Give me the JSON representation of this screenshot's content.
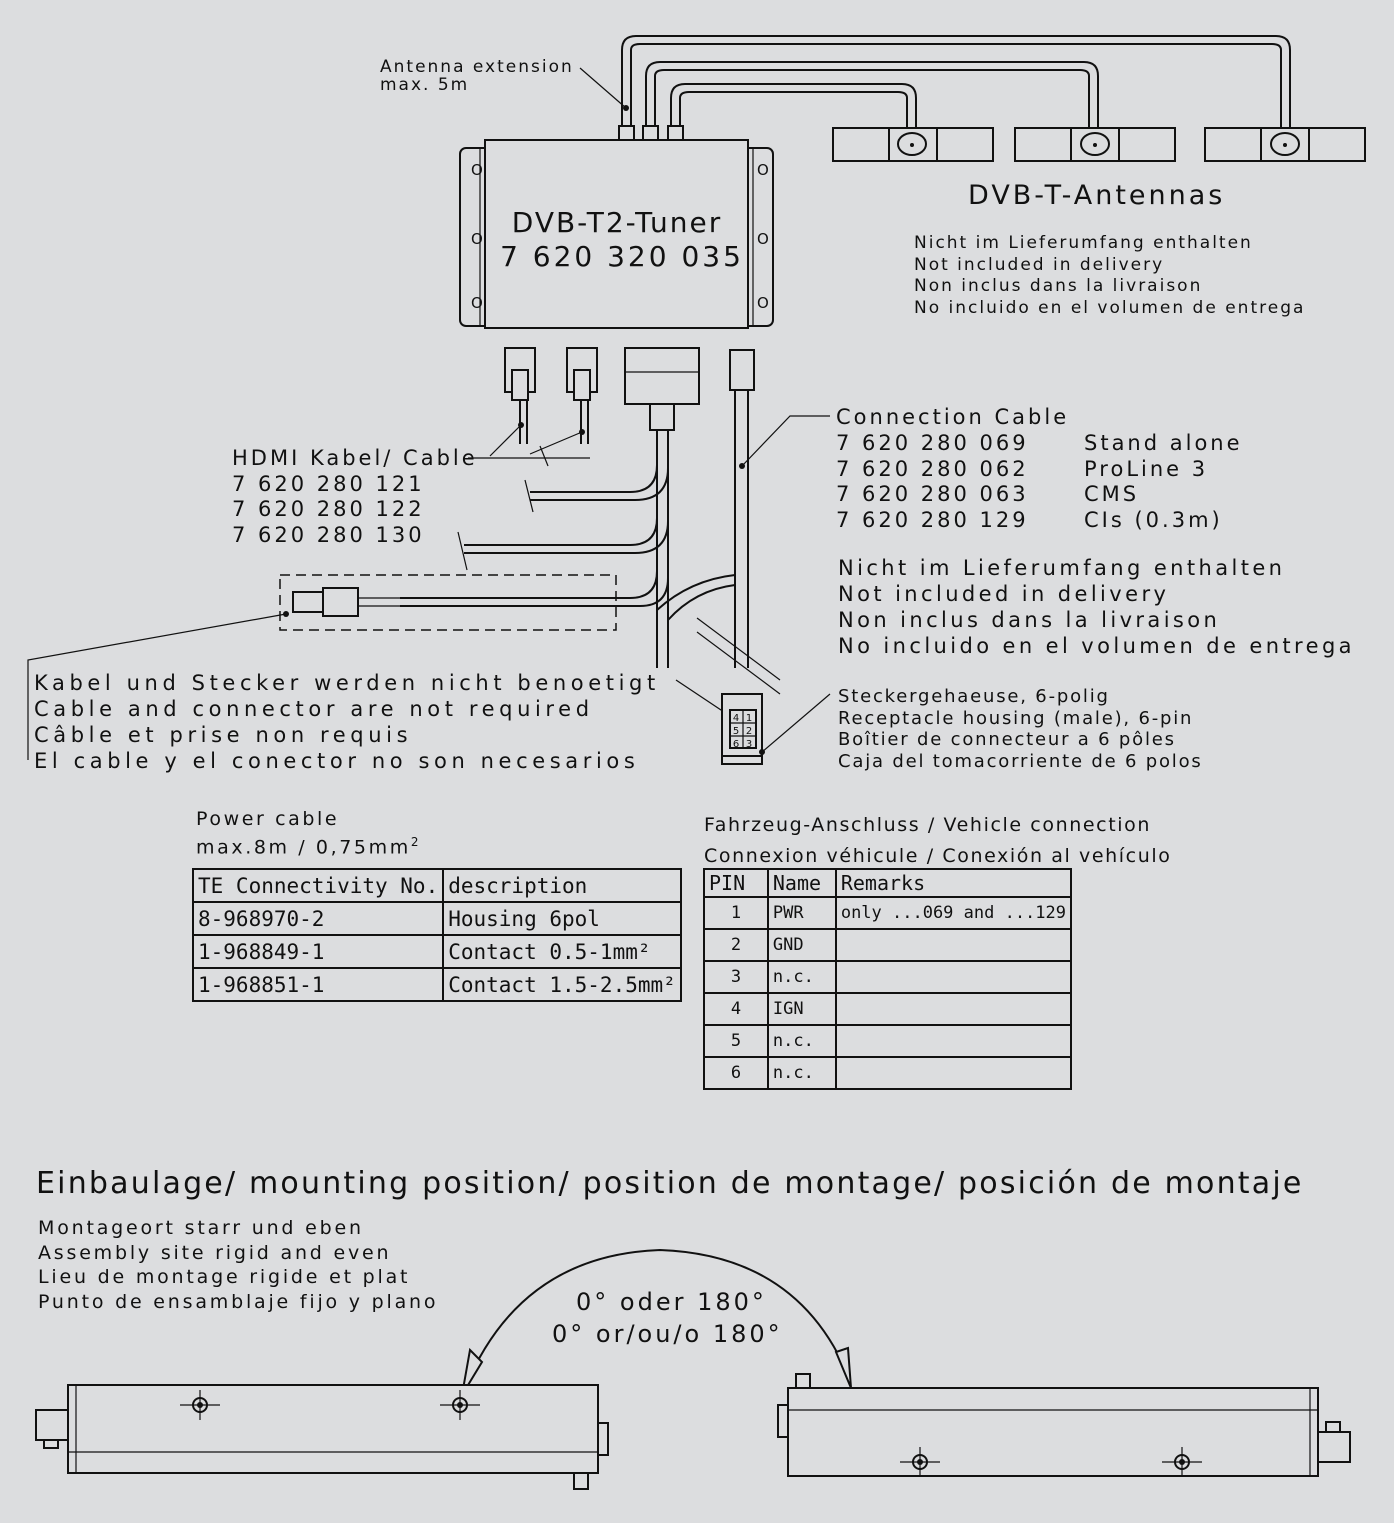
{
  "antenna_extension": {
    "line1": "Antenna extension",
    "line2": "max. 5m"
  },
  "tuner": {
    "name": "DVB-T2-Tuner",
    "part_no": "7 620 320 035"
  },
  "antennas": {
    "title": "DVB-T-Antennas",
    "note": [
      "Nicht im Lieferumfang enthalten",
      "Not included in delivery",
      "Non inclus dans la livraison",
      "No incluido en el volumen de entrega"
    ]
  },
  "hdmi": {
    "title": "HDMI Kabel/ Cable",
    "parts": [
      "7 620 280 121",
      "7 620 280 122",
      "7 620 280 130"
    ]
  },
  "connection_cable": {
    "title": "Connection Cable",
    "rows": [
      {
        "part": "7 620 280 069",
        "desc": "Stand alone"
      },
      {
        "part": "7 620 280 062",
        "desc": "ProLine 3"
      },
      {
        "part": "7 620 280 063",
        "desc": "CMS"
      },
      {
        "part": "7 620 280 129",
        "desc": "CIs (0.3m)"
      }
    ],
    "note": [
      "Nicht im Lieferumfang enthalten",
      "Not included in delivery",
      "Non inclus dans la livraison",
      "No incluido en el volumen de entrega"
    ]
  },
  "not_required": [
    "Kabel und Stecker werden nicht benoetigt",
    "Cable and connector are not required",
    "Câble et prise non requis",
    "El cable y el conector no son necesarios"
  ],
  "housing": [
    "Steckergehaeuse, 6-polig",
    "Receptacle housing (male), 6-pin",
    "Boîtier de connecteur a 6 pôles",
    "Caja del tomacorriente de 6 polos"
  ],
  "housing_pins": [
    "4",
    "1",
    "5",
    "2",
    "6",
    "3"
  ],
  "power_cable": {
    "line1": "Power cable",
    "line2": "max.8m / 0,75mm",
    "sup": "2"
  },
  "parts_table": {
    "headers": [
      "TE Connectivity No.",
      "description"
    ],
    "rows": [
      [
        "8-968970-2",
        "Housing 6pol"
      ],
      [
        "1-968849-1",
        "Contact 0.5-1mm²"
      ],
      [
        "1-968851-1",
        "Contact 1.5-2.5mm²"
      ]
    ]
  },
  "vehicle": {
    "line1": "Fahrzeug-Anschluss / Vehicle connection",
    "line2": "Connexion véhicule / Conexión al vehículo"
  },
  "pins_table": {
    "headers": [
      "PIN",
      "Name",
      "Remarks"
    ],
    "rows": [
      [
        "1",
        "PWR",
        "only ...069 and ...129"
      ],
      [
        "2",
        "GND",
        ""
      ],
      [
        "3",
        "n.c.",
        ""
      ],
      [
        "4",
        "IGN",
        ""
      ],
      [
        "5",
        "n.c.",
        ""
      ],
      [
        "6",
        "n.c.",
        ""
      ]
    ]
  },
  "mounting": {
    "title": "Einbaulage/ mounting position/ position de montage/ posición de montaje",
    "notes": [
      "Montageort starr und eben",
      "Assembly site rigid and even",
      "Lieu de montage rigide et plat",
      "Punto de ensamblaje fijo y plano"
    ],
    "angle1": "0° oder 180°",
    "angle2": "0° or/ou/o 180°"
  }
}
